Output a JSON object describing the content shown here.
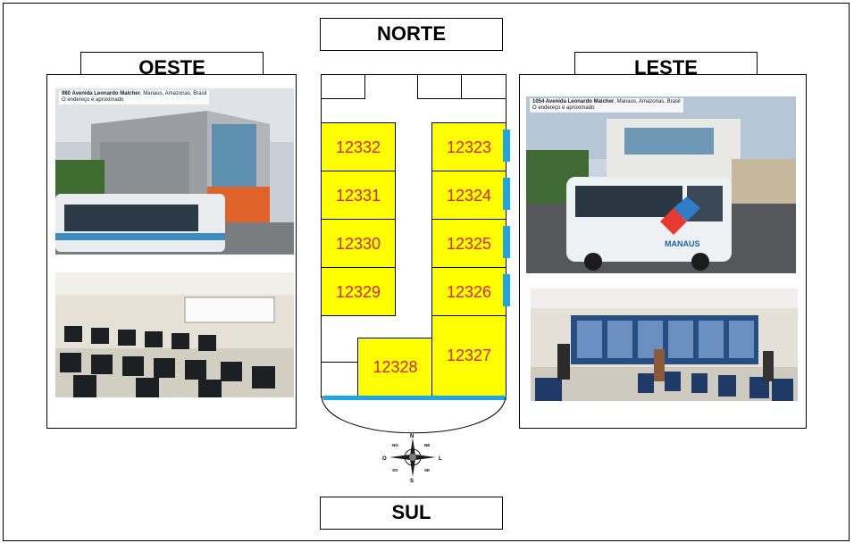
{
  "labels": {
    "north": "NORTE",
    "south": "SUL",
    "west": "OESTE",
    "east": "LESTE"
  },
  "photos": {
    "west_street": {
      "caption_strong": "980 Avenida Leonardo Malcher",
      "caption_rest": ", Manaus, Amazonas, Brasil",
      "caption_sub": "O endereço é aproximado"
    },
    "east_street": {
      "caption_strong": "1054 Avenida Leonardo Malcher",
      "caption_rest": ", Manaus, Amazonas, Brasil",
      "caption_sub": "O endereço é aproximado",
      "bus_brand": "MANAUS"
    }
  },
  "rooms": {
    "left": [
      "12332",
      "12331",
      "12330",
      "12329"
    ],
    "right": [
      "12323",
      "12324",
      "12325",
      "12326"
    ],
    "bottom_small": "12328",
    "bottom_large": "12327"
  },
  "compass": {
    "n": "N",
    "s": "S",
    "o": "O",
    "l": "L",
    "no": "NO",
    "ne": "NE",
    "so": "SO",
    "se": "SE"
  },
  "colors": {
    "room_fill": "#ffff00",
    "room_text": "#d7261d",
    "door": "#1ea6e4"
  }
}
